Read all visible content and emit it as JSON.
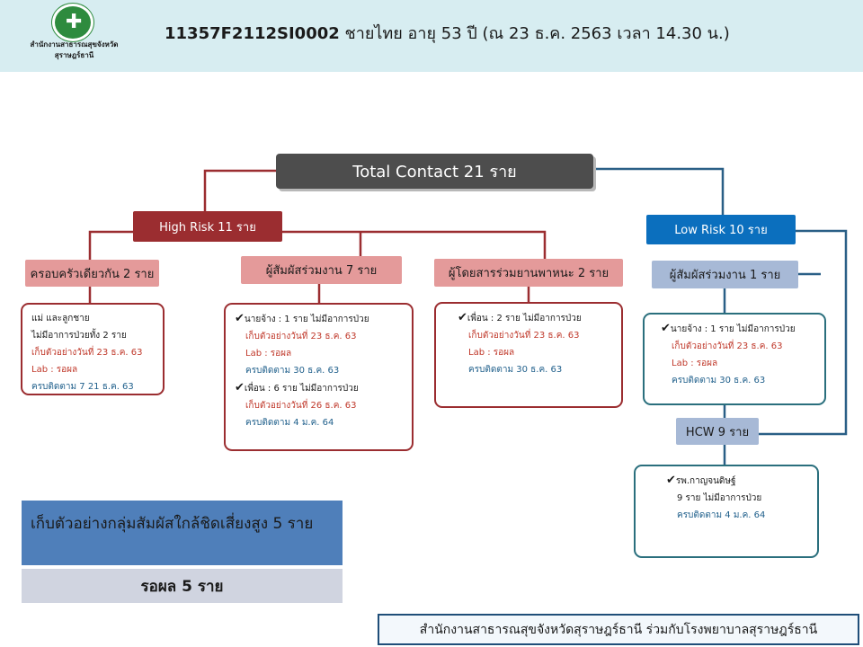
{
  "header": {
    "org_name_line1": "สำนักงานสาธารณสุขจังหวัด",
    "org_name_line2": "สุราษฎร์ธานี",
    "case_code": "11357F2112SI0002",
    "case_info": " ชายไทย อายุ 53 ปี   (ณ 23 ธ.ค. 2563 เวลา 14.30 น.)"
  },
  "total": {
    "label": "Total Contact 21 ราย"
  },
  "high_risk": {
    "label": "High Risk  11 ราย",
    "groups": [
      {
        "label": "ครอบครัวเดียวกัน 2 ราย",
        "lines": [
          "แม่ และลูกชาย",
          "ไม่มีอาการป่วยทั้ง  2 ราย",
          "เก็บตัวอย่างวันที่  23 ธ.ค. 63",
          "Lab : รอผล",
          "ครบติดตาม 7 21 ธ.ค. 63"
        ]
      },
      {
        "label": "ผู้สัมผัสร่วมงาน 7 ราย",
        "lines": [
          "นายจ้าง : 1 ราย  ไม่มีอาการป่วย",
          "เก็บตัวอย่างวันที่  23 ธ.ค. 63",
          "Lab : รอผล",
          "ครบติดตาม 30 ธ.ค. 63",
          "เพื่อน : 6 ราย  ไม่มีอาการป่วย",
          "เก็บตัวอย่างวันที่  26 ธ.ค. 63",
          "ครบติดตาม 4 ม.ค. 64"
        ]
      },
      {
        "label": "ผู้โดยสารร่วมยานพาหนะ  2 ราย",
        "lines": [
          "เพื่อน : 2 ราย  ไม่มีอาการป่วย",
          "เก็บตัวอย่างวันที่  23 ธ.ค. 63",
          "Lab : รอผล",
          "ครบติดตาม 30 ธ.ค. 63"
        ]
      }
    ]
  },
  "low_risk": {
    "label": "Low Risk  10 ราย",
    "groups": [
      {
        "label": "ผู้สัมผัสร่วมงาน 1 ราย",
        "lines": [
          "นายจ้าง : 1 ราย  ไม่มีอาการป่วย",
          "เก็บตัวอย่างวันที่  23 ธ.ค. 63",
          "Lab : รอผล",
          "ครบติดตาม 30 ธ.ค. 63"
        ]
      },
      {
        "label": "HCW 9 ราย",
        "lines": [
          "รพ.กาญจนดิษฐ์",
          "9 ราย  ไม่มีอาการป่วย",
          "ครบติดตาม 4 ม.ค. 64"
        ]
      }
    ]
  },
  "summary": {
    "sampled": "เก็บตัวอย่างกลุ่มสัมผัสใกล้ชิดเสี่ยงสูง 5 ราย",
    "pending": "รอผล 5 ราย"
  },
  "footer": {
    "text": "สำนักงานสาธารณสุขจังหวัดสุราษฎร์ธานี ร่วมกับโรงพยาบาลสุราษฎร์ธานี"
  },
  "colors": {
    "header_bg": "#d7edf1",
    "total_bg": "#4d4d4d",
    "high_risk": "#9b2d30",
    "low_risk": "#0b6fbe",
    "pink_group": "#e49a9a",
    "blue_group": "#a7b9d6",
    "teal_border": "#2a6f7d",
    "text_red": "#c0392b",
    "text_blue": "#1f5f8b"
  },
  "icons": {
    "logo": "moph-emblem-icon",
    "check": "check-icon"
  }
}
